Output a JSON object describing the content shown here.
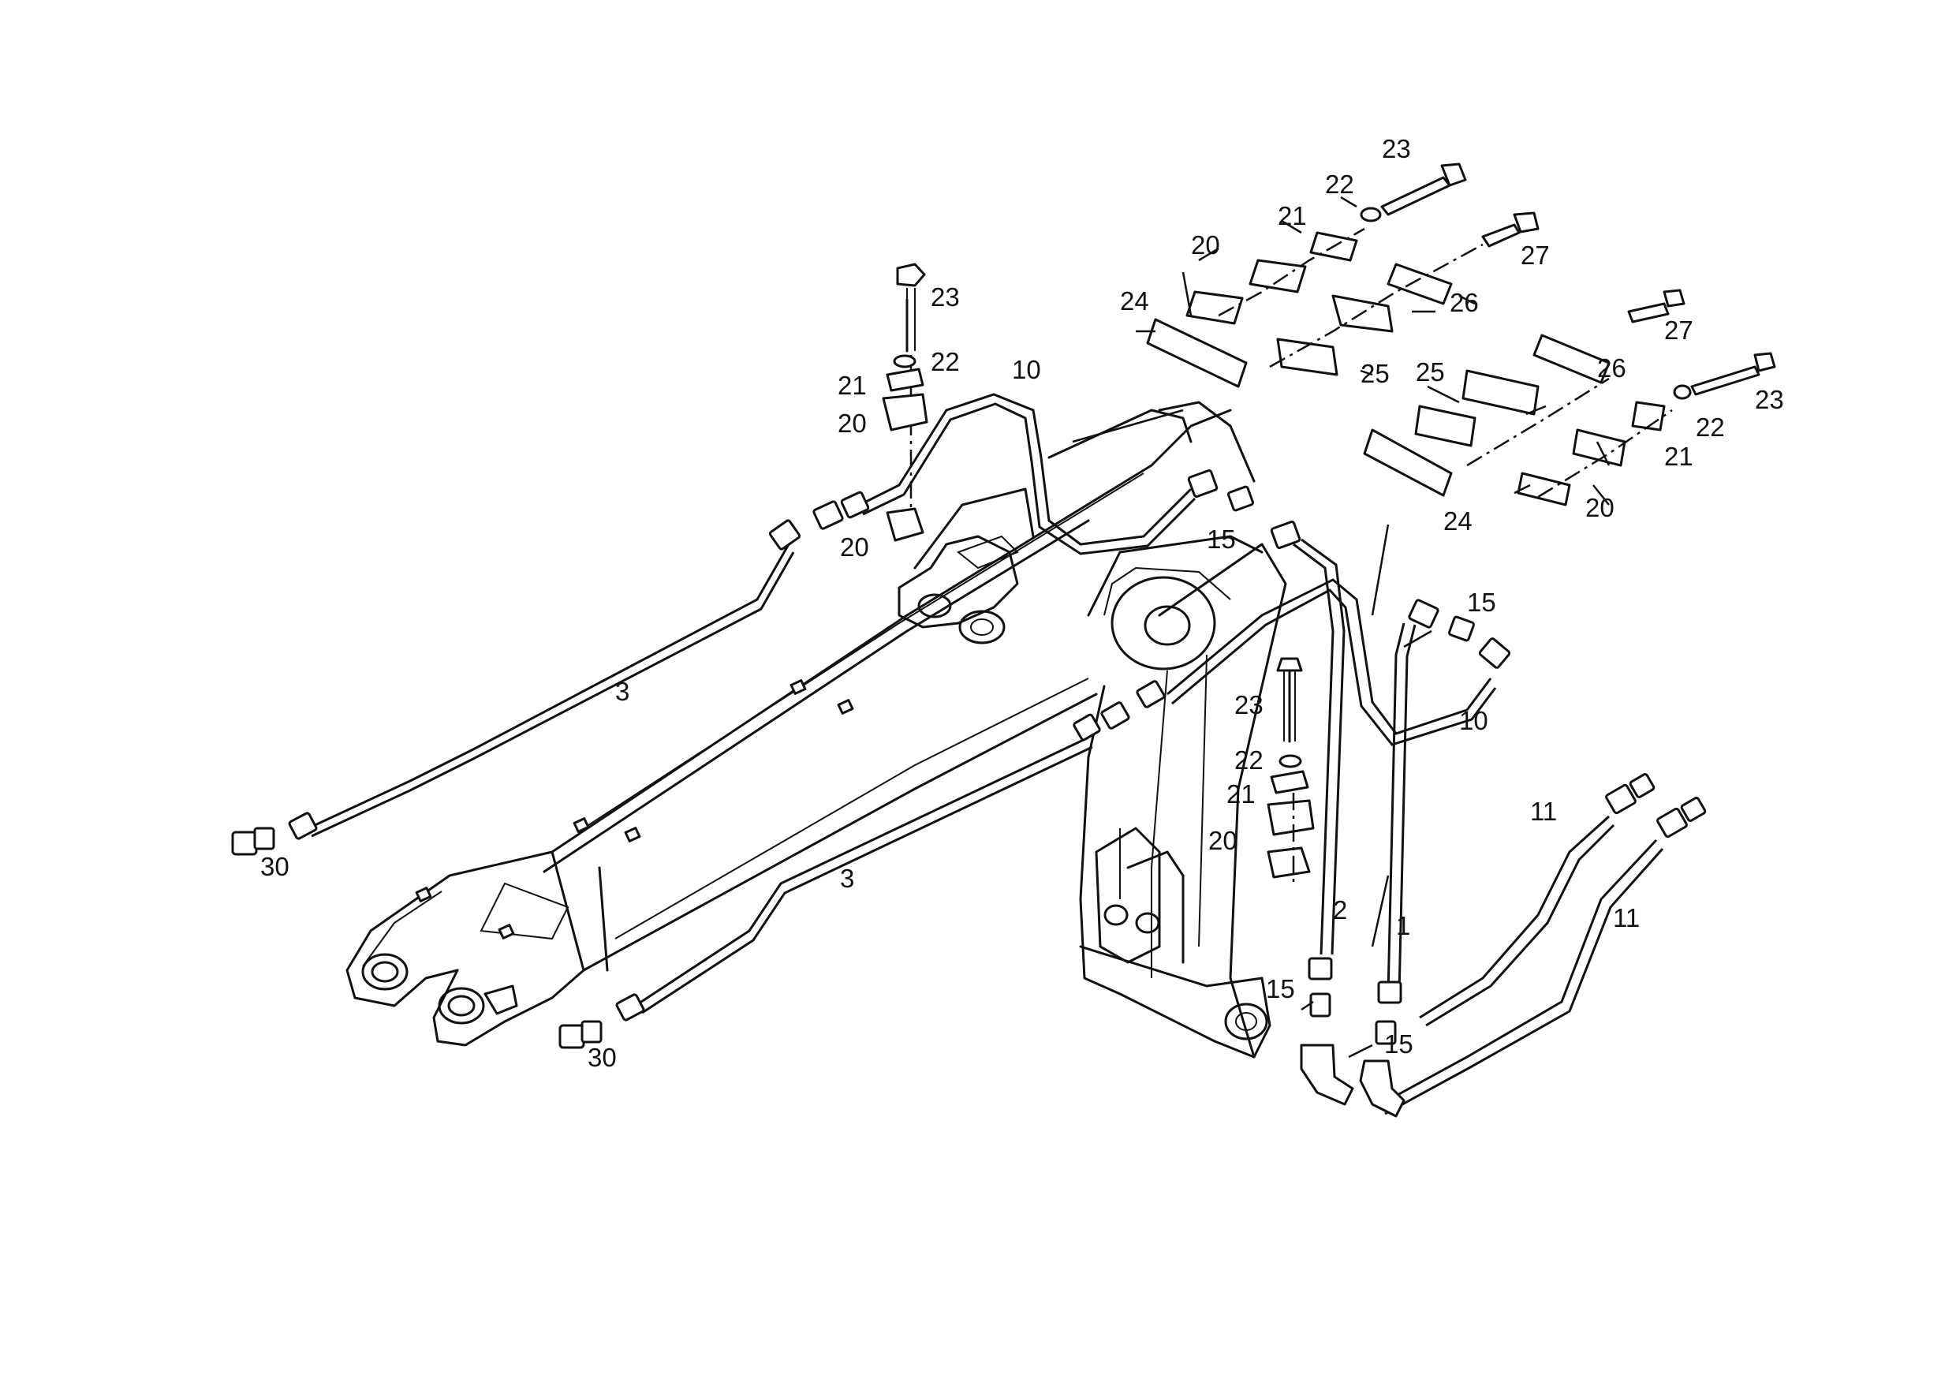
{
  "labels": [
    {
      "id": "c1",
      "text": "1"
    },
    {
      "id": "c2",
      "text": "2"
    },
    {
      "id": "c3a",
      "text": "3"
    },
    {
      "id": "c3b",
      "text": "3"
    },
    {
      "id": "c10a",
      "text": "10"
    },
    {
      "id": "c10b",
      "text": "10"
    },
    {
      "id": "c11a",
      "text": "11"
    },
    {
      "id": "c11b",
      "text": "11"
    },
    {
      "id": "c15a",
      "text": "15"
    },
    {
      "id": "c15b",
      "text": "15"
    },
    {
      "id": "c15c",
      "text": "15"
    },
    {
      "id": "c15d",
      "text": "15"
    },
    {
      "id": "c20a",
      "text": "20"
    },
    {
      "id": "c20b",
      "text": "20"
    },
    {
      "id": "c20c",
      "text": "20"
    },
    {
      "id": "c20d",
      "text": "20"
    },
    {
      "id": "c20e",
      "text": "20"
    },
    {
      "id": "c21a",
      "text": "21"
    },
    {
      "id": "c21b",
      "text": "21"
    },
    {
      "id": "c21c",
      "text": "21"
    },
    {
      "id": "c21d",
      "text": "21"
    },
    {
      "id": "c22a",
      "text": "22"
    },
    {
      "id": "c22b",
      "text": "22"
    },
    {
      "id": "c22c",
      "text": "22"
    },
    {
      "id": "c22d",
      "text": "22"
    },
    {
      "id": "c23a",
      "text": "23"
    },
    {
      "id": "c23b",
      "text": "23"
    },
    {
      "id": "c23c",
      "text": "23"
    },
    {
      "id": "c23d",
      "text": "23"
    },
    {
      "id": "c24a",
      "text": "24"
    },
    {
      "id": "c24b",
      "text": "24"
    },
    {
      "id": "c25a",
      "text": "25"
    },
    {
      "id": "c25b",
      "text": "25"
    },
    {
      "id": "c26a",
      "text": "26"
    },
    {
      "id": "c26b",
      "text": "26"
    },
    {
      "id": "c27a",
      "text": "27"
    },
    {
      "id": "c27b",
      "text": "27"
    },
    {
      "id": "c30a",
      "text": "30"
    },
    {
      "id": "c30b",
      "text": "30"
    }
  ]
}
